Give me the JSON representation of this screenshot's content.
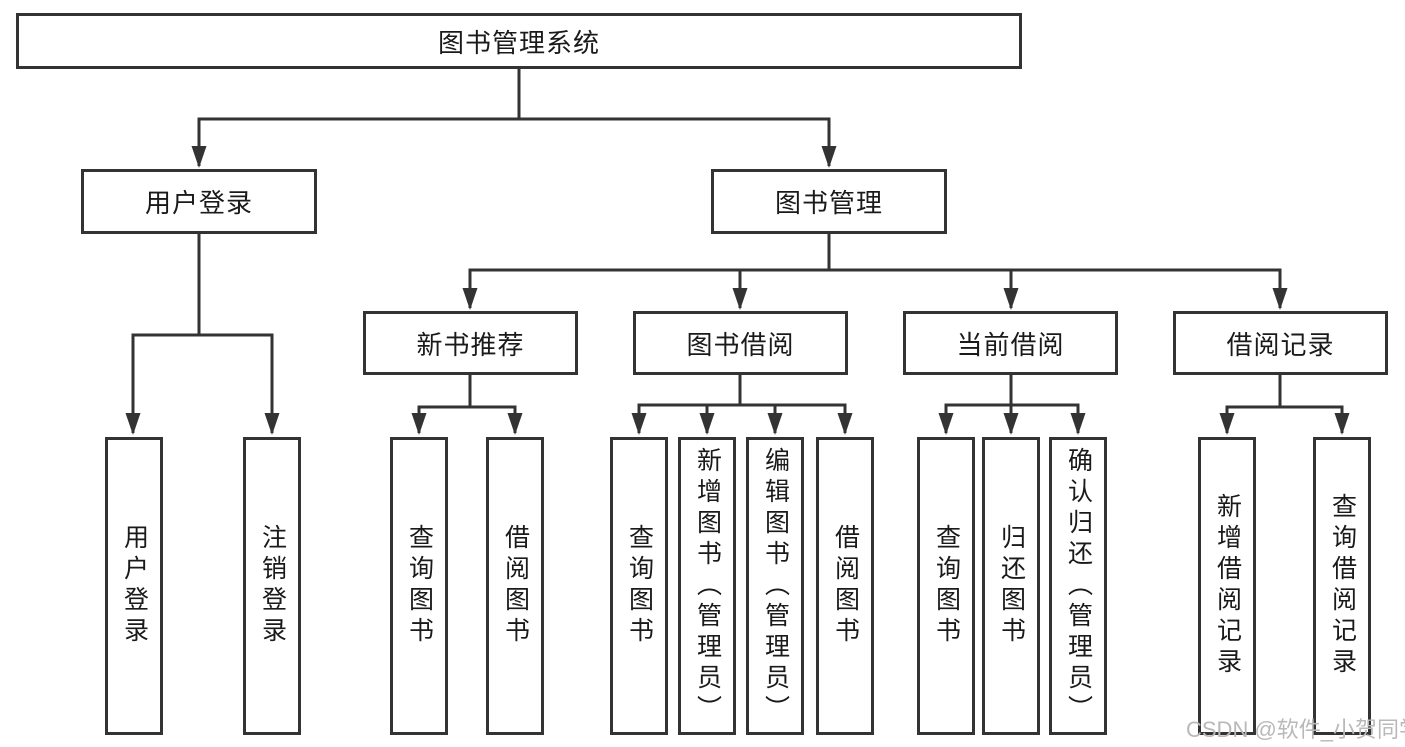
{
  "colors": {
    "line": "#333333",
    "text": "#1a1a1a",
    "watermark": "#b9b9b9",
    "background": "#ffffff"
  },
  "watermark": {
    "text": "CSDN @软件_小贺同学"
  },
  "diagram": {
    "root": {
      "label": "图书管理系统"
    },
    "level2": [
      {
        "label": "用户登录"
      },
      {
        "label": "图书管理"
      }
    ],
    "level3": [
      {
        "label": "新书推荐",
        "parent": "图书管理"
      },
      {
        "label": "图书借阅",
        "parent": "图书管理"
      },
      {
        "label": "当前借阅",
        "parent": "图书管理"
      },
      {
        "label": "借阅记录",
        "parent": "图书管理"
      }
    ],
    "leaves": [
      {
        "label": "用户登录",
        "parent": "用户登录"
      },
      {
        "label": "注销登录",
        "parent": "用户登录"
      },
      {
        "label": "查询图书",
        "parent": "新书推荐"
      },
      {
        "label": "借阅图书",
        "parent": "新书推荐"
      },
      {
        "label": "查询图书",
        "parent": "图书借阅"
      },
      {
        "label": "新增图书（管理员）",
        "parent": "图书借阅"
      },
      {
        "label": "编辑图书（管理员）",
        "parent": "图书借阅"
      },
      {
        "label": "借阅图书",
        "parent": "图书借阅"
      },
      {
        "label": "查询图书",
        "parent": "当前借阅"
      },
      {
        "label": "归还图书",
        "parent": "当前借阅"
      },
      {
        "label": "确认归还（管理员）",
        "parent": "当前借阅"
      },
      {
        "label": "新增借阅记录",
        "parent": "借阅记录"
      },
      {
        "label": "查询借阅记录",
        "parent": "借阅记录"
      }
    ]
  }
}
